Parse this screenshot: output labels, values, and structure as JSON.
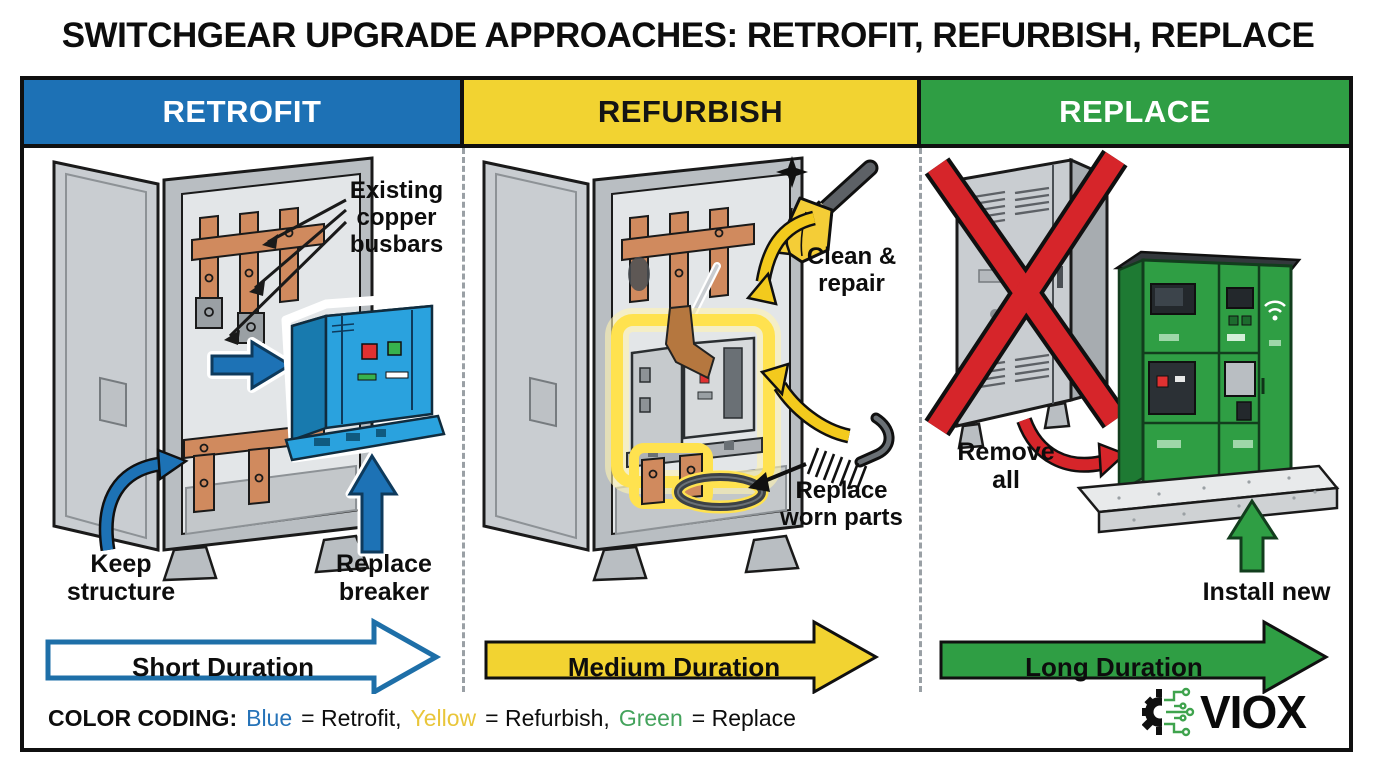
{
  "title": "SWITCHGEAR UPGRADE APPROACHES: RETROFIT, REFURBISH, REPLACE",
  "palette": {
    "blue": "#1d72b5",
    "blue_dark": "#0e3a5c",
    "blue_outline": "#1e6fa8",
    "yellow": "#f2d331",
    "yellow_arrow": "#f3ca1d",
    "glow": "#ffe24f",
    "green": "#2f9e44",
    "green_dark": "#123d1d",
    "red": "#d6252a",
    "copper": "#d08a5e",
    "gray": "#c9cdd1",
    "black": "#101010",
    "white": "#ffffff"
  },
  "columns": [
    {
      "header": "RETROFIT",
      "header_bg": "#1d71b5",
      "header_text_color": "#ffffff",
      "annotations": {
        "busbars": "Existing\ncopper\nbusbars",
        "keep": "Keep\nstructure",
        "replace": "Replace\nbreaker"
      },
      "duration": "Short Duration"
    },
    {
      "header": "REFURBISH",
      "header_bg": "#f2d331",
      "header_text_color": "#141414",
      "annotations": {
        "clean": "Clean &\nrepair",
        "worn": "Replace\nworn parts"
      },
      "duration": "Medium Duration"
    },
    {
      "header": "REPLACE",
      "header_bg": "#2f9e44",
      "header_text_color": "#ffffff",
      "annotations": {
        "remove": "Remove\nall",
        "install": "Install new"
      },
      "duration": "Long Duration"
    }
  ],
  "legend": {
    "prefix": "COLOR CODING:",
    "items": [
      {
        "name": "Blue",
        "color": "#2673b8",
        "equals": "= Retrofit,"
      },
      {
        "name": "Yellow",
        "color": "#e9c63a",
        "equals": "= Refurbish,"
      },
      {
        "name": "Green",
        "color": "#44a35c",
        "equals": "= Replace"
      }
    ]
  },
  "logo": {
    "text": "VIOX"
  }
}
